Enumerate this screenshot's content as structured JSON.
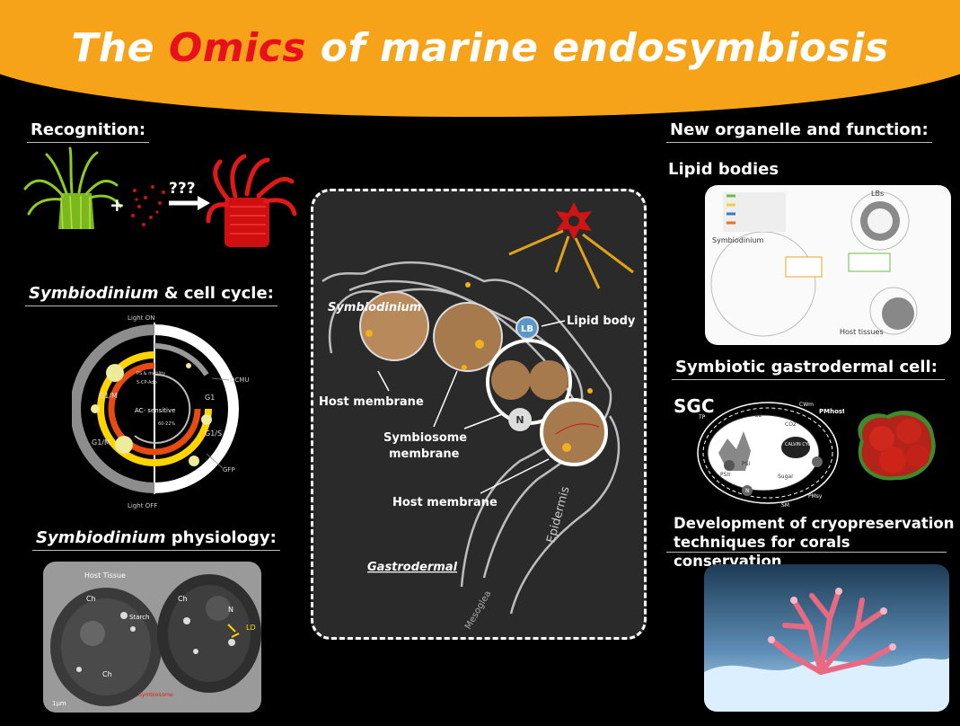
{
  "title": {
    "prefix": "The ",
    "accent": "Omics",
    "suffix": " of marine endosymbiosis"
  },
  "left": {
    "recognition": {
      "heading": "Recognition:",
      "question": "???"
    },
    "cell_cycle": {
      "heading_italic": "Symbiodinium",
      "heading_rest": " & cell cycle:",
      "labels": {
        "light_on": "Light ON",
        "light_off": "Light OFF",
        "dcmu": "DCMU",
        "gfp": "GFP",
        "g1m_top": "G1/M",
        "g1m_bottom": "G1/M",
        "g1": "G1",
        "g1s": "G1/S",
        "ac_sensitive": "AC- sensitive",
        "ps": "PS & motility",
        "icp": "5-CP-Ado",
        "pct": "60-22%"
      }
    },
    "physiology": {
      "heading_italic": "Symbiodinium",
      "heading_rest": " physiology:",
      "labels": {
        "host_tissue": "Host Tissue",
        "ch1": "Ch",
        "ch2": "Ch",
        "ch3": "Ch",
        "starch": "Starch",
        "n": "N",
        "ld": "LD",
        "bottom": "Symbiosome",
        "scale": "1µm"
      }
    }
  },
  "center": {
    "symbiodinium": "Symbiodinium",
    "lipid_body": "Lipid body",
    "lb": "LB",
    "n": "N",
    "host_membrane_1": "Host membrane",
    "symbiosome_1": "Symbiosome",
    "symbiosome_2": "membrane",
    "host_membrane_2": "Host membrane",
    "gastrodermal": "Gastrodermal",
    "epidermis": "Epidermis",
    "mesoglea": "Mesoglea"
  },
  "right": {
    "organelle_heading": "New organelle and function:",
    "lipid_bodies": "Lipid bodies",
    "lipid_diagram": {
      "lbs": "LBs",
      "symbiodinium": "Symbiodinium",
      "host_tissues": "Host tissues"
    },
    "sgc_heading": "Symbiotic gastrodermal cell:",
    "sgc": "SGC",
    "sgc_labels": {
      "tp": "TP",
      "o2": "O2",
      "co2": "CO2",
      "psi": "PSI",
      "psii": "PSII",
      "calvin": "CALVIN CYCLE",
      "sugar": "Sugar",
      "n": "N",
      "cw": "CWm",
      "pm_host": "PMhost",
      "sm": "SM",
      "pm_sy": "PMsy"
    },
    "cryo_line1": "Development of cryopreservation",
    "cryo_line2": "techniques for corals conservation"
  },
  "colors": {
    "banner": "#f7a31a",
    "accent": "#e8101c",
    "background": "#000000"
  }
}
